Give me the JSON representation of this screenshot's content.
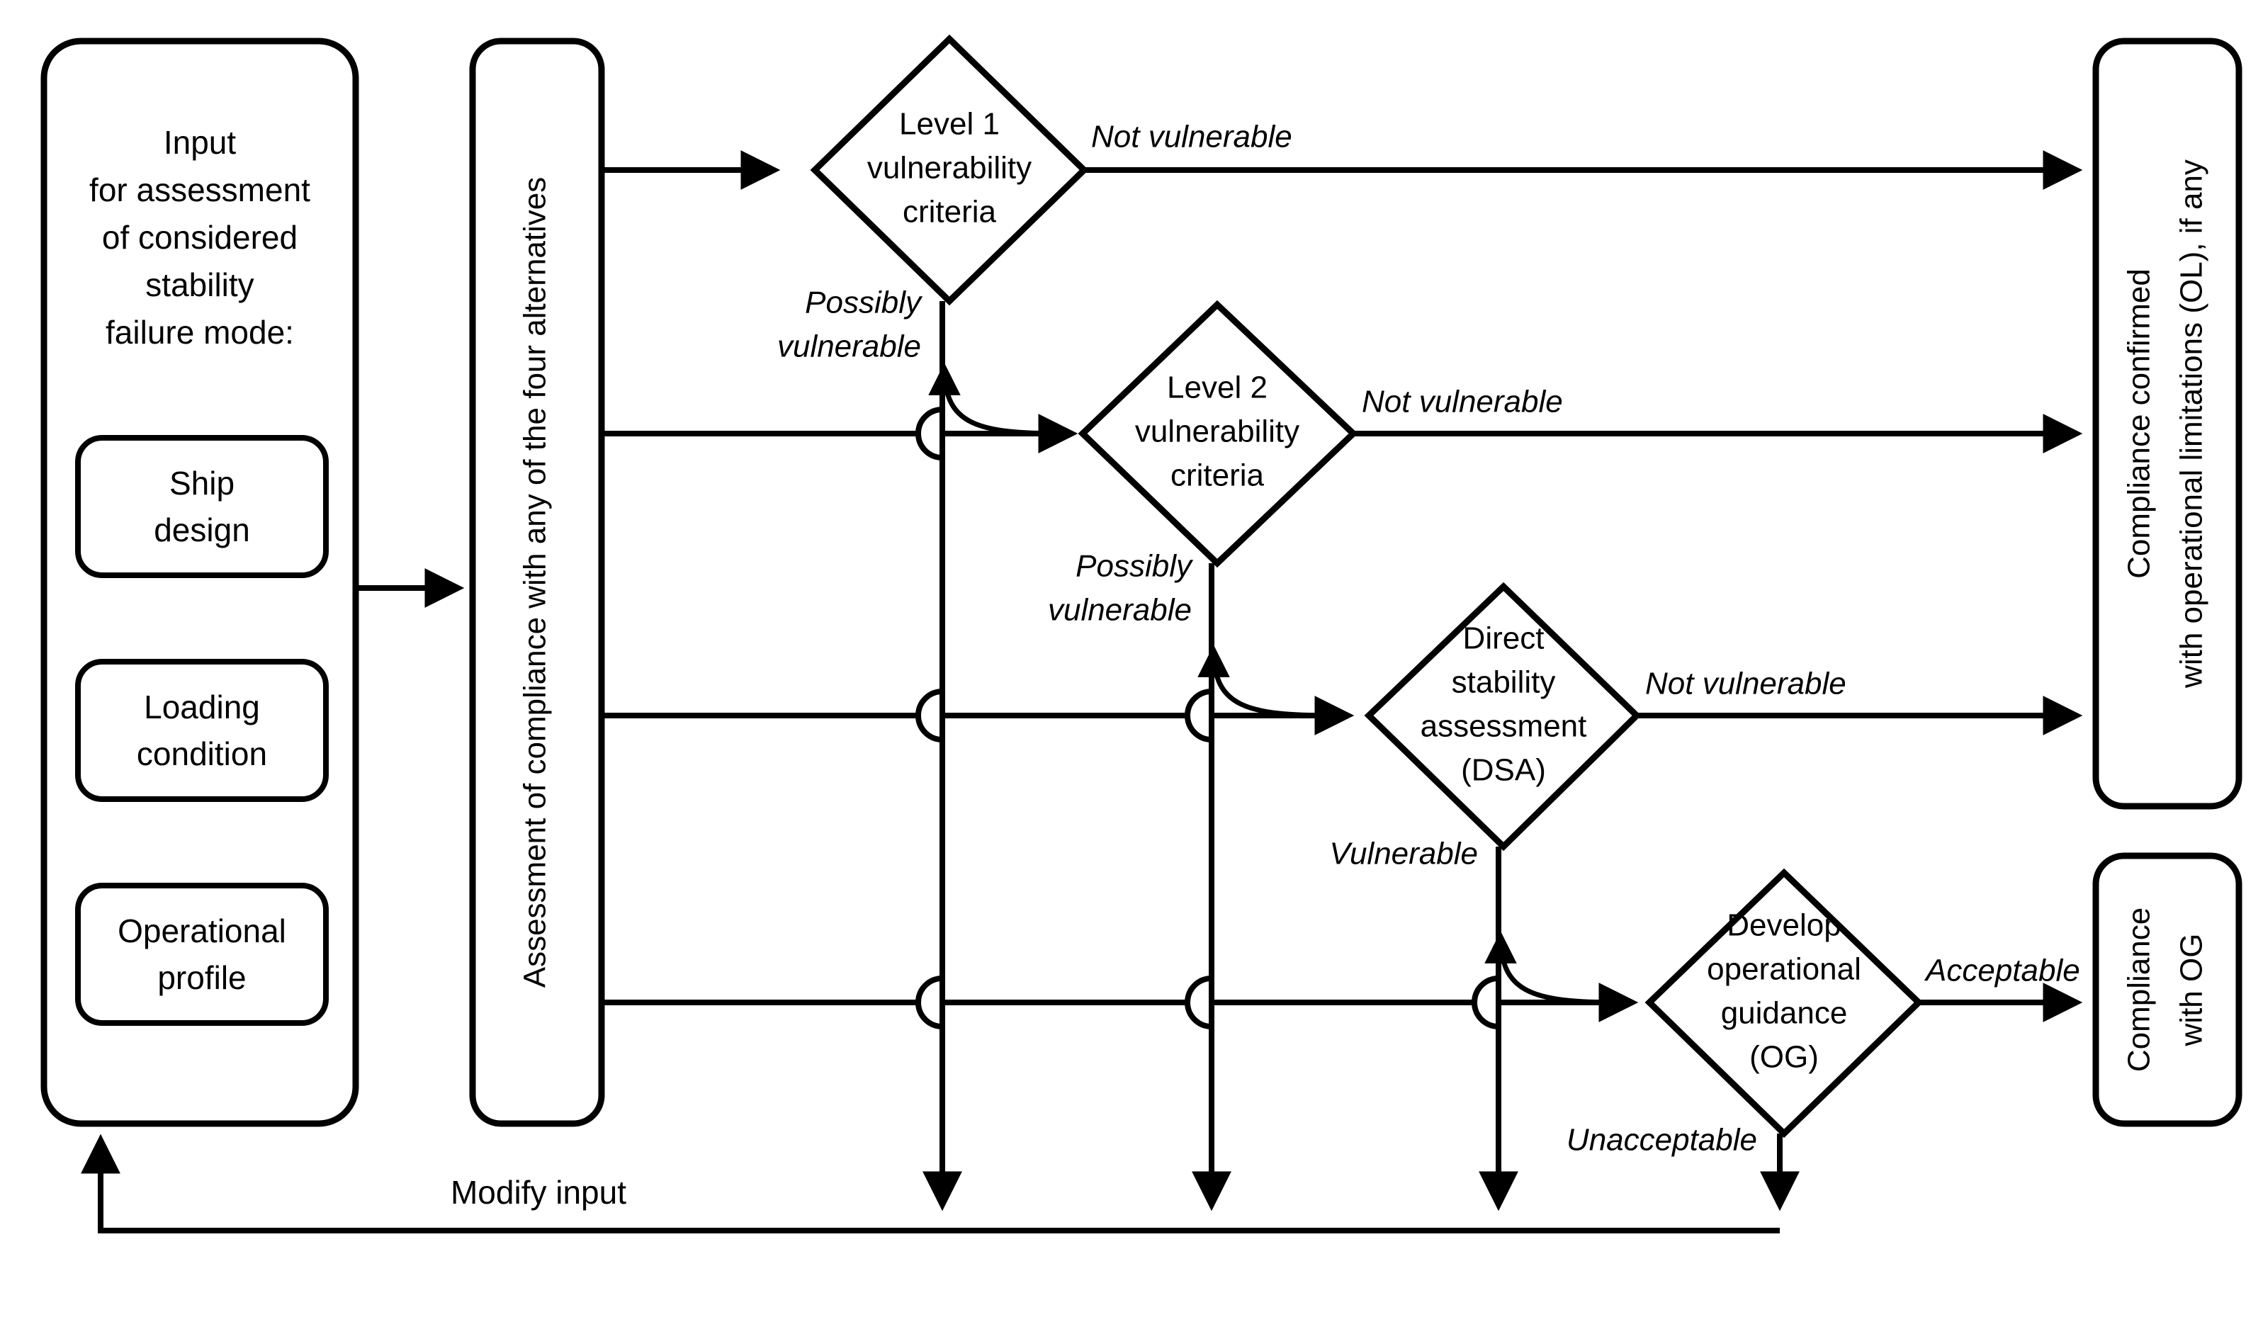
{
  "diagram": {
    "title": "Stability failure mode assessment flowchart",
    "input_box": {
      "heading_lines": [
        "Input",
        "for assessment",
        "of considered",
        "stability",
        "failure mode:"
      ],
      "items": [
        {
          "lines": [
            "Ship",
            "design"
          ]
        },
        {
          "lines": [
            "Loading",
            "condition"
          ]
        },
        {
          "lines": [
            "Operational",
            "profile"
          ]
        }
      ]
    },
    "assessment_box": {
      "label": "Assessment of compliance with any of the four alternatives"
    },
    "decisions": [
      {
        "id": "level1",
        "lines": [
          "Level 1",
          "vulnerability",
          "criteria"
        ],
        "pass_label": "Not vulnerable",
        "fail_label_lines": [
          "Possibly",
          "vulnerable"
        ]
      },
      {
        "id": "level2",
        "lines": [
          "Level 2",
          "vulnerability",
          "criteria"
        ],
        "pass_label": "Not vulnerable",
        "fail_label_lines": [
          "Possibly",
          "vulnerable"
        ]
      },
      {
        "id": "dsa",
        "lines": [
          "Direct",
          "stability",
          "assessment",
          "(DSA)"
        ],
        "pass_label": "Not vulnerable",
        "fail_label_lines": [
          "Vulnerable"
        ]
      },
      {
        "id": "og",
        "lines": [
          "Develop",
          "operational",
          "guidance",
          "(OG)"
        ],
        "pass_label": "Acceptable",
        "fail_label_lines": [
          "Unacceptable"
        ]
      }
    ],
    "outputs": [
      {
        "id": "compliance-ol",
        "lines": [
          "Compliance confirmed",
          "with operational limitations (OL), if any"
        ]
      },
      {
        "id": "compliance-og",
        "lines": [
          "Compliance",
          "with OG"
        ]
      }
    ],
    "feedback_label": "Modify input",
    "colors": {
      "line": "#000000",
      "fill": "#ffffff",
      "text": "#000000"
    }
  }
}
